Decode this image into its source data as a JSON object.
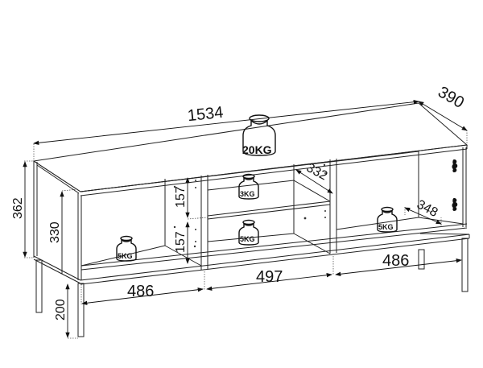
{
  "diagram": {
    "subject": "TV cabinet dimension drawing",
    "units": "mm",
    "dimensions": {
      "overall_width": "1534",
      "depth": "390",
      "height_body": "362",
      "inner_height": "330",
      "leg_height": "200",
      "left_compartment_width": "486",
      "center_compartment_width": "497",
      "right_compartment_width": "486",
      "shelf_gap_upper": "157",
      "shelf_gap_lower": "157",
      "center_shelf_depth": "332",
      "right_inner_depth": "348"
    },
    "load_labels": {
      "top": "20KG",
      "center_upper_shelf": "3KG",
      "center_lower": "5KG",
      "left_compartment": "5KG",
      "right_compartment": "5KG"
    }
  }
}
